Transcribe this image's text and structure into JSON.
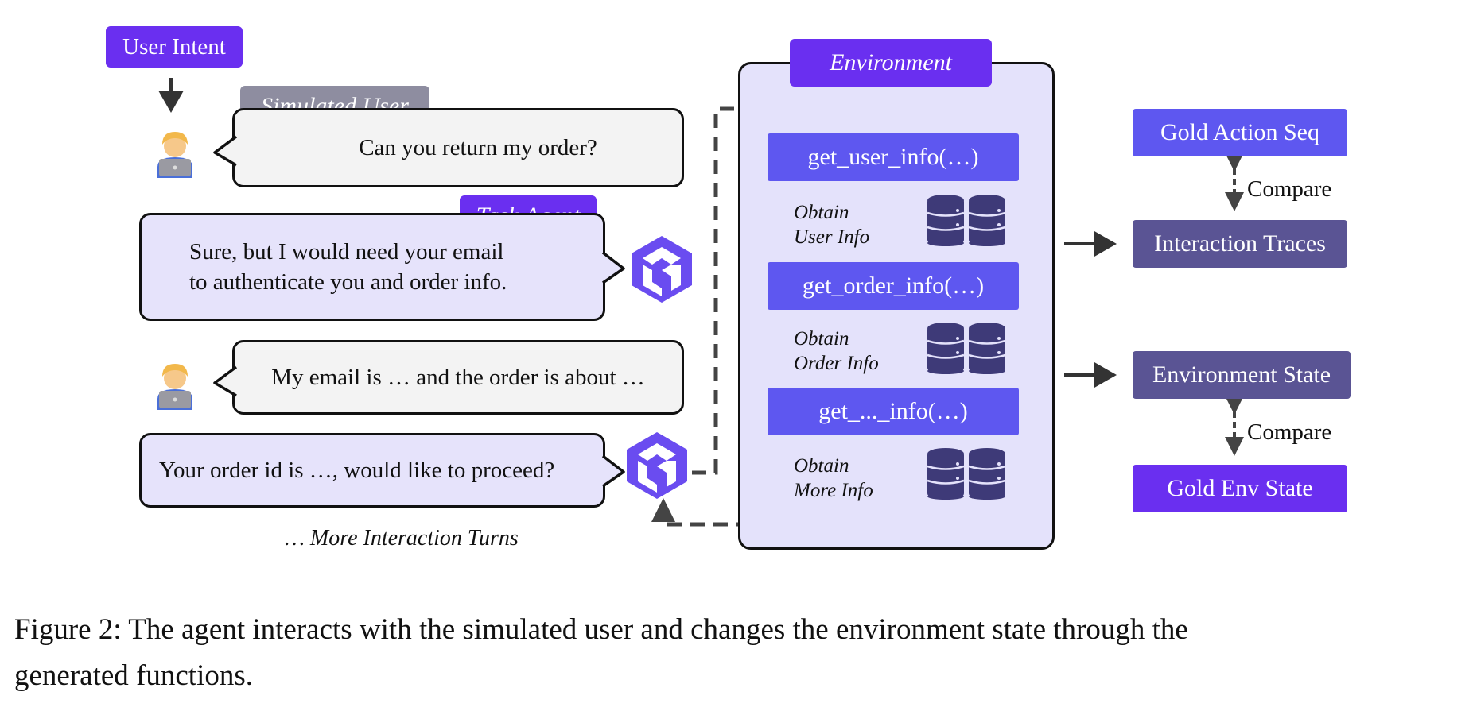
{
  "user_intent": "User Intent",
  "simulated_user_tag": "Simulated User",
  "task_agent_tag": "Task Agent",
  "environment_tag": "Environment",
  "messages": {
    "user_1": "Can you return my order?",
    "agent_1_line1": "Sure, but I would need your email",
    "agent_1_line2": "to authenticate you and order info.",
    "user_2": "My email is … and the order is about …",
    "agent_2": "Your order id is …, would like to proceed?"
  },
  "more_turns": "… More Interaction Turns",
  "functions": [
    "get_user_info(…)",
    "get_order_info(…)",
    "get_..._info(…)"
  ],
  "obtain_labels": [
    [
      "Obtain",
      "User Info"
    ],
    [
      "Obtain",
      "Order Info"
    ],
    [
      "Obtain",
      "More Info"
    ]
  ],
  "outputs": {
    "gold_action_seq": "Gold Action Seq",
    "interaction_traces": "Interaction Traces",
    "environment_state": "Environment State",
    "gold_env_state": "Gold Env State",
    "compare_1": "Compare",
    "compare_2": "Compare"
  },
  "caption_line1": "Figure 2: The agent interacts with the simulated user and changes the environment state through the",
  "caption_line2": "generated functions.",
  "colors": {
    "purple_tag": "#6a2ff0",
    "gray_tag": "#8e8da0",
    "function_box": "#5e57f0",
    "env_bg": "#e4e2fb",
    "db": "#3e3a78",
    "gold_action": "#5e57f0",
    "trace_box": "#5a5494",
    "gold_env": "#6a2ff0"
  }
}
